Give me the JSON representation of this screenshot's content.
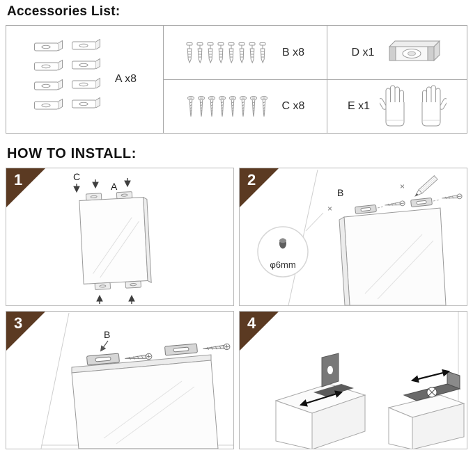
{
  "page": {
    "accessories_title": "Accessories List:",
    "install_title": "HOW TO INSTALL:"
  },
  "accessories": {
    "a_label": "A x8",
    "b_label": "B x8",
    "c_label": "C x8",
    "d_label": "D x1",
    "e_label": "E x1"
  },
  "steps": [
    {
      "number": "1",
      "labels": {
        "c": "C",
        "a": "A"
      }
    },
    {
      "number": "2",
      "labels": {
        "b": "B",
        "hole_diameter": "φ6mm",
        "drill_mark": "×"
      }
    },
    {
      "number": "3",
      "labels": {
        "b": "B"
      }
    },
    {
      "number": "4",
      "labels": {}
    }
  ],
  "icons": {
    "a": "mounting-bracket-icon",
    "b": "wall-anchor-icon",
    "c": "screw-icon",
    "d": "spirit-level-icon",
    "e": "gloves-icon"
  },
  "colors": {
    "step_corner_brown": "#5b3a22",
    "table_border": "#a8a8a8",
    "illustration_line": "#9a9a9a"
  }
}
